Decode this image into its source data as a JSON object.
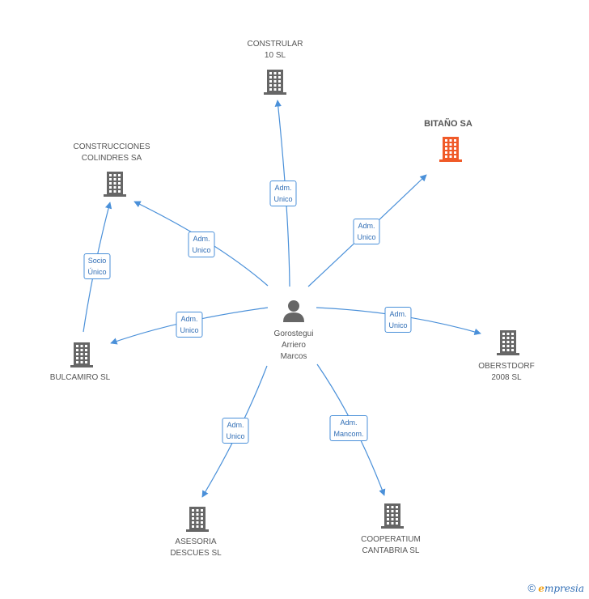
{
  "center": {
    "lines": [
      "Gorostegui",
      "Arriero",
      "Marcos"
    ]
  },
  "companies": [
    {
      "id": "constrular",
      "lines": [
        "CONSTRULAR",
        "10 SL"
      ],
      "highlight": false
    },
    {
      "id": "bitano",
      "lines": [
        "BITAÑO SA"
      ],
      "highlight": true
    },
    {
      "id": "construcciones",
      "lines": [
        "CONSTRUCCIONES",
        "COLINDRES SA"
      ],
      "highlight": false
    },
    {
      "id": "bulcamiro",
      "lines": [
        "BULCAMIRO SL"
      ],
      "highlight": false
    },
    {
      "id": "oberstdorf",
      "lines": [
        "OBERSTDORF",
        "2008 SL"
      ],
      "highlight": false
    },
    {
      "id": "asesoria",
      "lines": [
        "ASESORIA",
        "DESCUES SL"
      ],
      "highlight": false
    },
    {
      "id": "cooperatium",
      "lines": [
        "COOPERATIUM",
        "CANTABRIA SL"
      ],
      "highlight": false
    }
  ],
  "edges": [
    {
      "from": "center",
      "to": "constrular",
      "lines": [
        "Adm.",
        "Unico"
      ]
    },
    {
      "from": "center",
      "to": "bitano",
      "lines": [
        "Adm.",
        "Unico"
      ]
    },
    {
      "from": "center",
      "to": "construcciones",
      "lines": [
        "Adm.",
        "Unico"
      ]
    },
    {
      "from": "center",
      "to": "bulcamiro",
      "lines": [
        "Adm.",
        "Unico"
      ]
    },
    {
      "from": "center",
      "to": "oberstdorf",
      "lines": [
        "Adm.",
        "Unico"
      ]
    },
    {
      "from": "center",
      "to": "asesoria",
      "lines": [
        "Adm.",
        "Unico"
      ]
    },
    {
      "from": "center",
      "to": "cooperatium",
      "lines": [
        "Adm.",
        "Mancom."
      ]
    },
    {
      "from": "bulcamiro",
      "to": "construcciones",
      "lines": [
        "Socio",
        "Único"
      ]
    }
  ],
  "colors": {
    "edge": "#4a90d9",
    "building": "#666666",
    "building_highlight": "#f05a28",
    "person": "#666666"
  },
  "footer": {
    "copyright": "©",
    "brand_initial": "e",
    "brand_rest": "mpresia"
  }
}
